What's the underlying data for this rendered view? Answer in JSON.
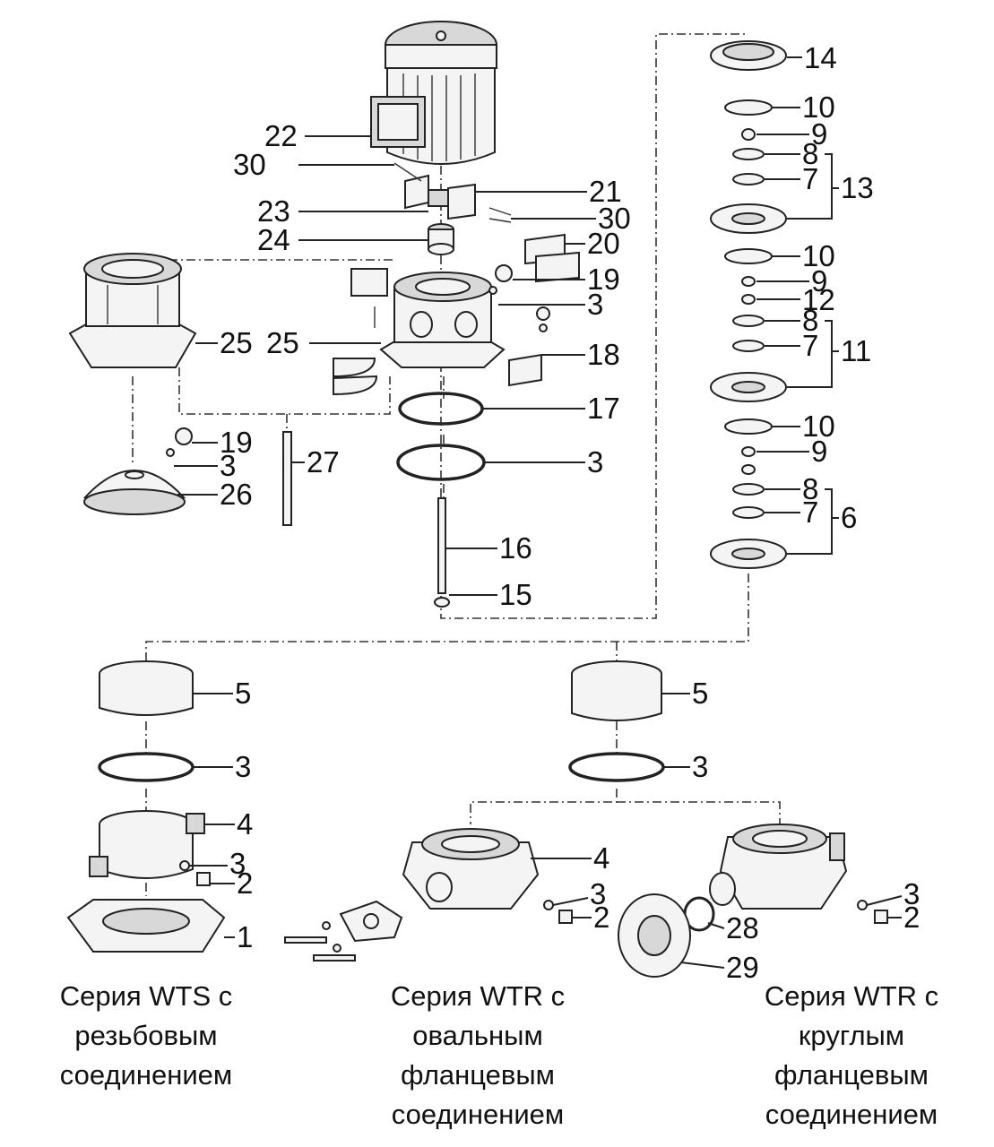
{
  "captions": {
    "wts": [
      "Серия WTS с",
      "резьбовым",
      "соединением"
    ],
    "wtr_oval": [
      "Серия WTR с",
      "овальным",
      "фланцевым",
      "соединением"
    ],
    "wtr_round": [
      "Серия WTR с",
      "круглым",
      "фланцевым",
      "соединением"
    ]
  },
  "labels": {
    "n1": "1",
    "n2": "2",
    "n3": "3",
    "n4": "4",
    "n5": "5",
    "n6": "6",
    "n7": "7",
    "n8": "8",
    "n9": "9",
    "n10": "10",
    "n11": "11",
    "n12": "12",
    "n13": "13",
    "n14": "14",
    "n15": "15",
    "n16": "16",
    "n17": "17",
    "n18": "18",
    "n19": "19",
    "n20": "20",
    "n21": "21",
    "n22": "22",
    "n23": "23",
    "n24": "24",
    "n25": "25",
    "n26": "26",
    "n27": "27",
    "n28": "28",
    "n29": "29",
    "n30": "30"
  }
}
